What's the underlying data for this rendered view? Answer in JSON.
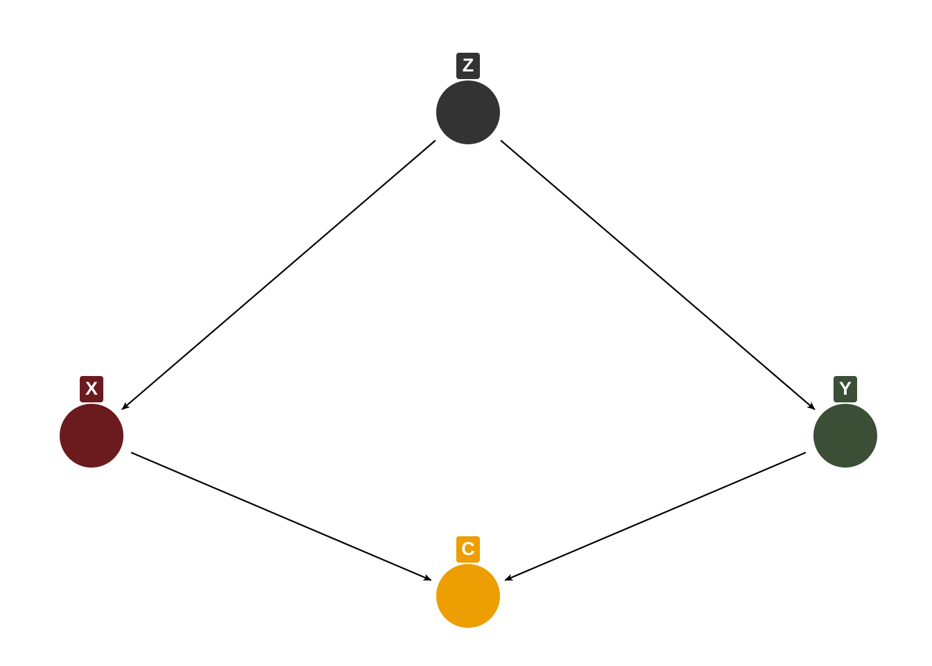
{
  "nodes": [
    {
      "id": "Z",
      "label": "Z",
      "color": "#333333"
    },
    {
      "id": "X",
      "label": "X",
      "color": "#6B1A1E"
    },
    {
      "id": "Y",
      "label": "Y",
      "color": "#3A4F36"
    },
    {
      "id": "C",
      "label": "C",
      "color": "#EC9E02"
    }
  ],
  "edges": [
    {
      "from": "Z",
      "to": "X"
    },
    {
      "from": "Z",
      "to": "Y"
    },
    {
      "from": "X",
      "to": "C"
    },
    {
      "from": "Y",
      "to": "C"
    }
  ]
}
